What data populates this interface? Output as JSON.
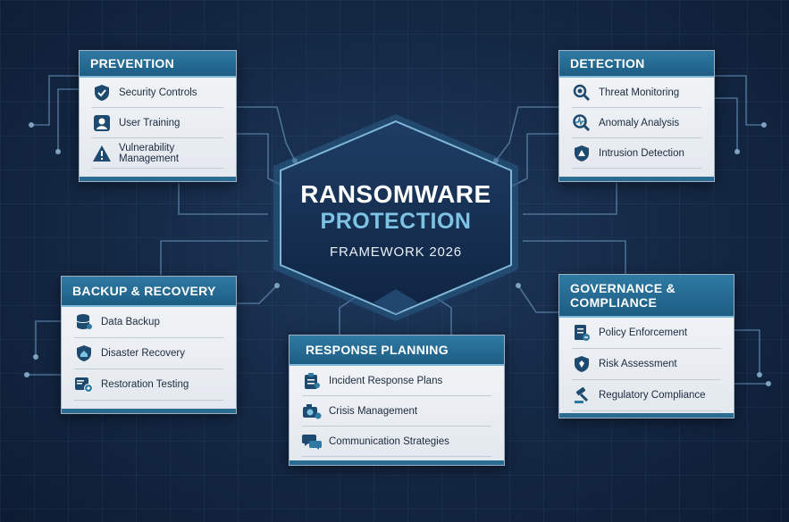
{
  "center": {
    "line1": "RANSOMWARE",
    "line2": "PROTECTION",
    "line3": "FRAMEWORK 2026"
  },
  "colors": {
    "background": "#152a47",
    "header": "#1d5d84",
    "accent": "#7fc3e4",
    "icon": "#1d4a6e"
  },
  "panels": {
    "prevention": {
      "title": "PREVENTION",
      "items": [
        {
          "label": "Security Controls",
          "icon": "shield-check-icon"
        },
        {
          "label": "User Training",
          "icon": "user-badge-icon"
        },
        {
          "label": "Vulnerability Management",
          "icon": "warning-triangle-icon"
        }
      ]
    },
    "detection": {
      "title": "DETECTION",
      "items": [
        {
          "label": "Threat Monitoring",
          "icon": "magnifier-icon"
        },
        {
          "label": "Anomaly Analysis",
          "icon": "magnifier-pulse-icon"
        },
        {
          "label": "Intrusion Detection",
          "icon": "shield-alert-icon"
        }
      ]
    },
    "backup": {
      "title": "BACKUP & RECOVERY",
      "items": [
        {
          "label": "Data Backup",
          "icon": "database-icon"
        },
        {
          "label": "Disaster Recovery",
          "icon": "shield-home-icon"
        },
        {
          "label": "Restoration Testing",
          "icon": "restore-gear-icon"
        }
      ]
    },
    "response": {
      "title": "RESPONSE PLANNING",
      "items": [
        {
          "label": "Incident Response Plans",
          "icon": "clipboard-icon"
        },
        {
          "label": "Crisis Management",
          "icon": "camera-alert-icon"
        },
        {
          "label": "Communication Strategies",
          "icon": "chat-bubbles-icon"
        }
      ]
    },
    "governance": {
      "title_line1": "GOVERNANCE &",
      "title_line2": "COMPLIANCE",
      "items": [
        {
          "label": "Policy Enforcement",
          "icon": "document-policy-icon"
        },
        {
          "label": "Risk Assessment",
          "icon": "shield-risk-icon"
        },
        {
          "label": "Regulatory Compliance",
          "icon": "gavel-icon"
        }
      ]
    }
  }
}
